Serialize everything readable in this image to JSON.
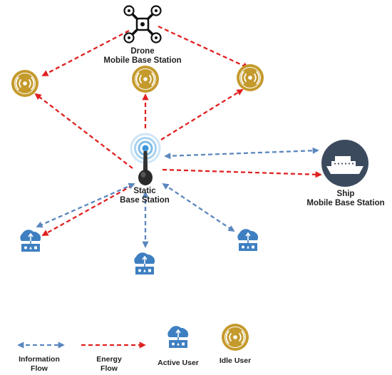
{
  "nodes": {
    "drone": {
      "label_line1": "Drone",
      "label_line2": "Mobile Base Station",
      "icon": "drone-icon"
    },
    "static": {
      "label_line1": "Static",
      "label_line2": "Base Station",
      "icon": "antenna-tower-icon"
    },
    "ship": {
      "label_line1": "Ship",
      "label_line2": "Mobile Base Station",
      "icon": "ship-icon"
    },
    "idle_users": [
      {
        "icon": "idle-user-icon"
      },
      {
        "icon": "idle-user-icon"
      },
      {
        "icon": "idle-user-icon"
      }
    ],
    "active_users": [
      {
        "icon": "active-user-icon"
      },
      {
        "icon": "active-user-icon"
      },
      {
        "icon": "active-user-icon"
      }
    ]
  },
  "legend": {
    "information_line1": "Information",
    "information_line2": "Flow",
    "energy_line1": "Energy",
    "energy_line2": "Flow",
    "active_user": "Active User",
    "idle_user": "Idle User"
  },
  "colors": {
    "energy_flow": "#e02020",
    "information_flow": "#5b87be",
    "idle_user": "#c49a2c",
    "active_user": "#3e7fc1",
    "ship_circle": "#3c4a5e"
  }
}
